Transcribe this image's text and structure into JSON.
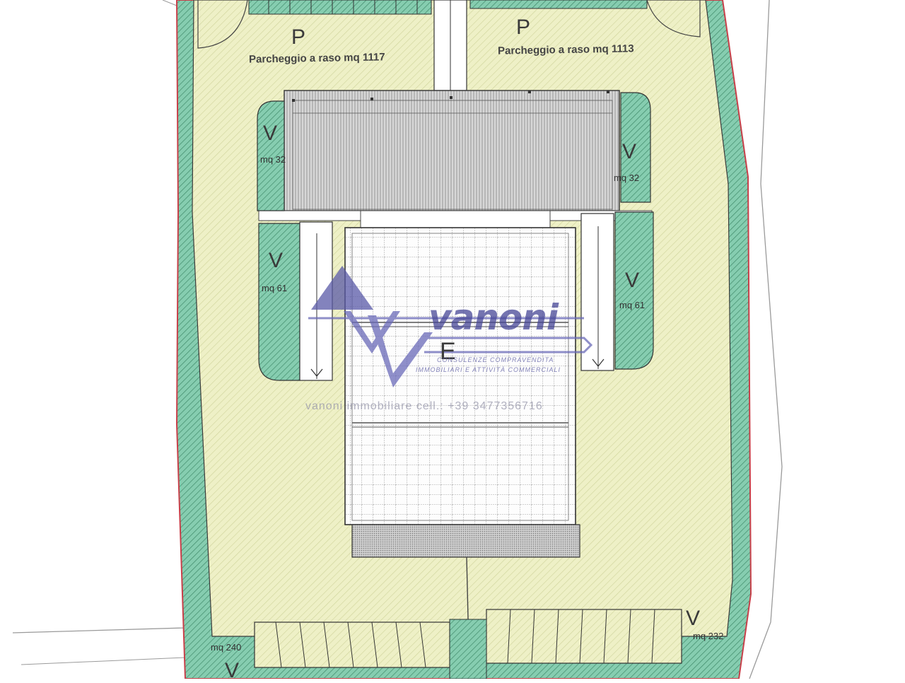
{
  "parking_left": {
    "letter": "P",
    "caption": "Parcheggio a raso mq 1117"
  },
  "parking_right": {
    "letter": "P",
    "caption": "Parcheggio a raso mq 1113"
  },
  "green_areas": {
    "top_left": {
      "letter": "V",
      "area": "mq 32"
    },
    "top_right": {
      "letter": "V",
      "area": "mq 32"
    },
    "mid_left": {
      "letter": "V",
      "area": "mq 61"
    },
    "mid_right": {
      "letter": "V",
      "area": "mq 61"
    },
    "bottom_left": {
      "letter": "V",
      "area": "mq 240"
    },
    "bottom_right": {
      "letter": "V",
      "area": "mq 232"
    }
  },
  "building": {
    "letter": "E"
  },
  "watermark": {
    "name": "vanoni",
    "tagline_1": "CONSULENZE COMPRAVENDITA",
    "tagline_2": "IMMOBILIARI E ATTIVITÀ COMMERCIALI",
    "contact": "vanoni immobiliare   cell.: +39 3477356716"
  },
  "colors": {
    "green_strip": "#7ec9a6",
    "lot_fill": "#eef0c4",
    "boundary": "#c8404a",
    "watermark": "#464696"
  }
}
